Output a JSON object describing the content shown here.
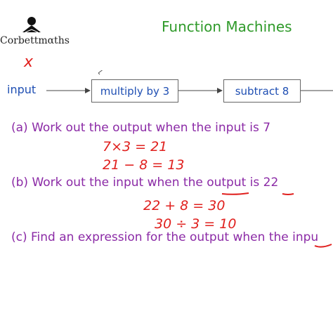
{
  "header": {
    "logo_text": "Corbettmαths",
    "title": "Function Machines"
  },
  "diagram": {
    "input_label": "input",
    "box1": "multiply by 3",
    "box2": "subtract 8"
  },
  "questions": {
    "a": "(a)  Work out the output when the input is 7",
    "b": "(b)  Work out the input when the output is 22",
    "c": "(c)  Find an expression for the output when the inpu"
  },
  "handwriting": {
    "x_mark": "x",
    "a_line1": "7×3 = 21",
    "a_line2": "21 − 8 = 13",
    "b_line1": "22 + 8 = 30",
    "b_line2": "30 ÷ 3 = 10"
  },
  "colors": {
    "title": "#2f9a2a",
    "blue": "#1f4fb3",
    "question": "#8b2aa6",
    "handwriting": "#e0201e"
  }
}
